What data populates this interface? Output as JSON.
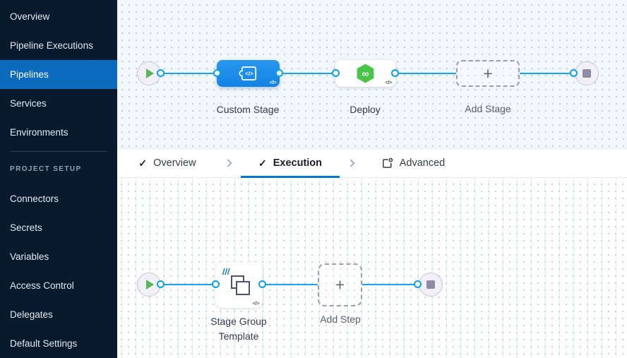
{
  "sidebar": {
    "nav_items": [
      {
        "label": "Overview"
      },
      {
        "label": "Pipeline Executions"
      },
      {
        "label": "Pipelines"
      },
      {
        "label": "Services"
      },
      {
        "label": "Environments"
      }
    ],
    "selected_item": "Pipelines",
    "section_label": "PROJECT SETUP",
    "setup_items": [
      {
        "label": "Connectors"
      },
      {
        "label": "Secrets"
      },
      {
        "label": "Variables"
      },
      {
        "label": "Access Control"
      },
      {
        "label": "Delegates"
      },
      {
        "label": "Default Settings"
      }
    ]
  },
  "tabs": {
    "overview": {
      "label": "Overview"
    },
    "execution": {
      "label": "Execution",
      "active": true
    },
    "advanced": {
      "label": "Advanced"
    }
  },
  "stage_canvas": {
    "custom_stage": {
      "label": "Custom Stage"
    },
    "deploy": {
      "label": "Deploy"
    },
    "add_stage": {
      "label": "Add Stage"
    }
  },
  "execution_canvas": {
    "stage_group": {
      "label_line1": "Stage Group",
      "label_line2": "Template"
    },
    "add_step": {
      "label": "Add Step"
    }
  },
  "icons": {
    "check": "✓",
    "code": "</>",
    "plus": "+",
    "cd_loop": "∞"
  },
  "colors": {
    "sidebar_bg": "#081a2d",
    "sidebar_selected": "#0c6bbd",
    "accent_blue": "#0278d5",
    "edge_blue": "#19a4f2",
    "stage_node_blue": "#1a8ce9",
    "deploy_green": "#49c647",
    "play_green": "#57b55e"
  }
}
